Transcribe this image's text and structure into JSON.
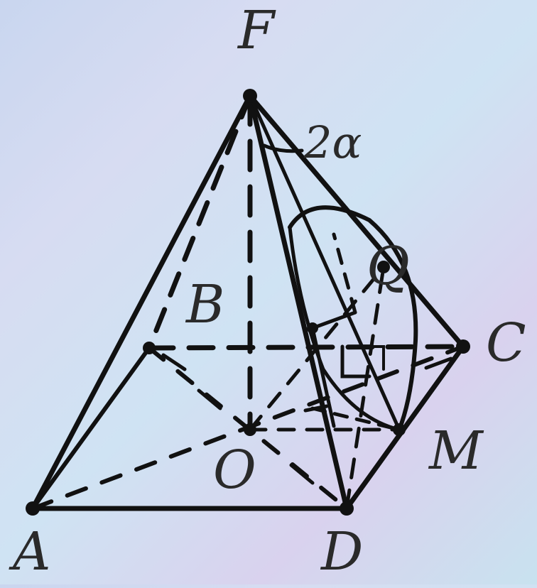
{
  "labels": {
    "F": "F",
    "B": "B",
    "C": "C",
    "A": "A",
    "D": "D",
    "O": "O",
    "M": "M",
    "Q": "Q",
    "angle": "2α"
  }
}
